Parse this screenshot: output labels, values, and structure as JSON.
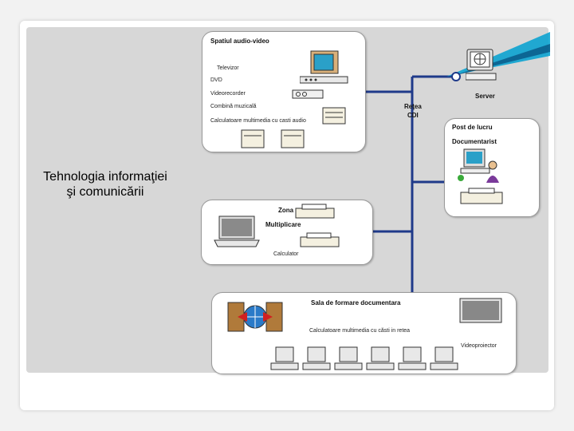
{
  "title": "Tehnologia informaţiei şi comunicării",
  "network": {
    "label_line1": "Reţea",
    "label_line2": "CDI",
    "server_label": "Server"
  },
  "audio_video": {
    "title": "Spatiul audio-video",
    "items": [
      "Televizor",
      "DVD",
      "Videorecorder",
      "Combină muzicală",
      "Calculatoare multimedia cu casti audio"
    ]
  },
  "workstation": {
    "title": "Post de lucru",
    "subtitle": "Documentarist"
  },
  "multiply": {
    "title_line1": "Zona",
    "title_line2": "Multiplicare",
    "caption": "Calculator"
  },
  "training": {
    "title": "Sala de formare documentara",
    "subtitle": "Calculatoare multimedia cu căsti in retea",
    "projector_label": "Videoproiector"
  },
  "colors": {
    "network_line": "#1f3a8a",
    "panel": "#d7d7d7",
    "accent": "#00a0d0"
  }
}
